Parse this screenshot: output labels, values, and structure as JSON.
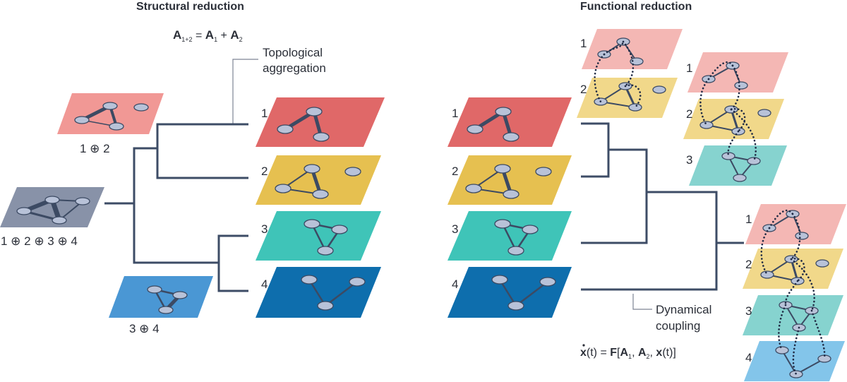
{
  "structural": {
    "title": "Structural reduction",
    "equation": {
      "lhs": "A",
      "lhs_sub": "1+2",
      "eq": " = ",
      "a": "A",
      "a_sub": "1",
      "plus": " + ",
      "b": "A",
      "b_sub": "2"
    },
    "note_line1": "Topological",
    "note_line2": "aggregation",
    "agg_12": "1 ⊕ 2",
    "agg_1234": "1 ⊕ 2 ⊕ 3 ⊕ 4",
    "agg_34": "3 ⊕ 4",
    "layers": [
      "1",
      "2",
      "3",
      "4"
    ]
  },
  "functional": {
    "title": "Functional reduction",
    "layers": [
      "1",
      "2",
      "3",
      "4"
    ],
    "group_a": [
      "1",
      "2"
    ],
    "group_b": [
      "1",
      "2",
      "3"
    ],
    "group_c": [
      "1",
      "2",
      "3",
      "4"
    ],
    "note_line1": "Dynamical",
    "note_line2": "coupling",
    "equation": {
      "x": "x",
      "t1": "(t) = ",
      "F": "F",
      "br": "[",
      "A1": "A",
      "s1": "1",
      "c1": ", ",
      "A2": "A",
      "s2": "2",
      "c2": ", ",
      "x2": "x",
      "t2": "(t)]"
    }
  },
  "colors": {
    "layer1": "#e06868",
    "layer2": "#e6c050",
    "layer3": "#3fc4b8",
    "layer4": "#0e6ead",
    "light1": "#f4b7b4",
    "light2": "#f1d88a",
    "light3": "#86d3cf",
    "light4": "#83c5ea",
    "agg12": "#f19895",
    "agg1234": "#8892a8",
    "agg34": "#4a97d4",
    "tree": "#3d4c66"
  }
}
